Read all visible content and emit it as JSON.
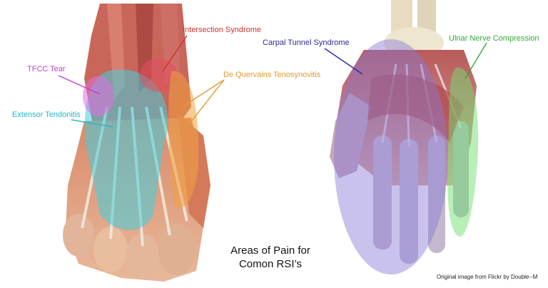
{
  "labels": {
    "tfcc": {
      "text": "TFCC Tear",
      "color": "#c040c8"
    },
    "extensor": {
      "text": "Extensor Tendonitis",
      "color": "#22b8c8"
    },
    "intersection": {
      "text": "Intersection Syndrome",
      "color": "#d03030"
    },
    "dequervains": {
      "text": "De Quervains Tenosynovitis",
      "color": "#e29a2a"
    },
    "carpal": {
      "text": "Carpal Tunnel Syndrome",
      "color": "#2a2aa0"
    },
    "ulnar": {
      "text": "Ulnar Nerve Compression",
      "color": "#36a838"
    }
  },
  "caption": {
    "line1": "Areas of Pain for",
    "line2": "Comon RSI’s"
  },
  "credit": "Original image from Flickr by Double--M",
  "colors": {
    "tfcc_zone": "#e070e0",
    "extensor_zone": "#40d0e0",
    "intersection_zone": "#e05060",
    "dequervains_zone": "#f0a040",
    "carpal_zone": "#8878d8",
    "ulnar_zone": "#70e070",
    "skin": "#e8b89a",
    "muscle": "#b84a4a",
    "tendon": "#e8e0d0"
  }
}
